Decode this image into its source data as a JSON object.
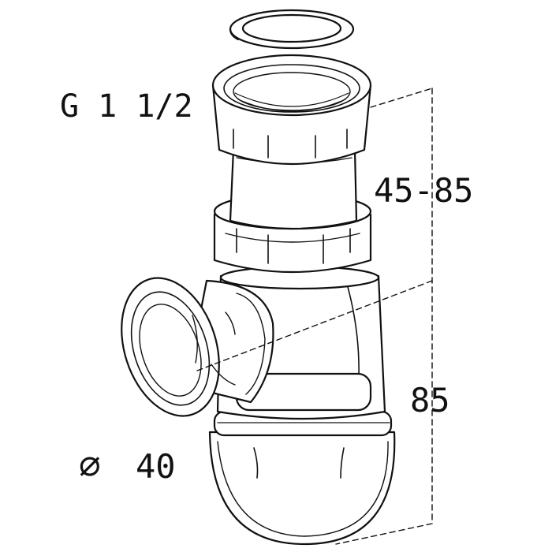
{
  "labels": {
    "thread": "G 1 1/2",
    "height_adjustable": "45-85",
    "height_fixed": "85",
    "diameter_symbol": "⌀",
    "diameter": "40"
  },
  "colors": {
    "line": "#111111",
    "background": "#ffffff",
    "fill": "#ffffff"
  }
}
